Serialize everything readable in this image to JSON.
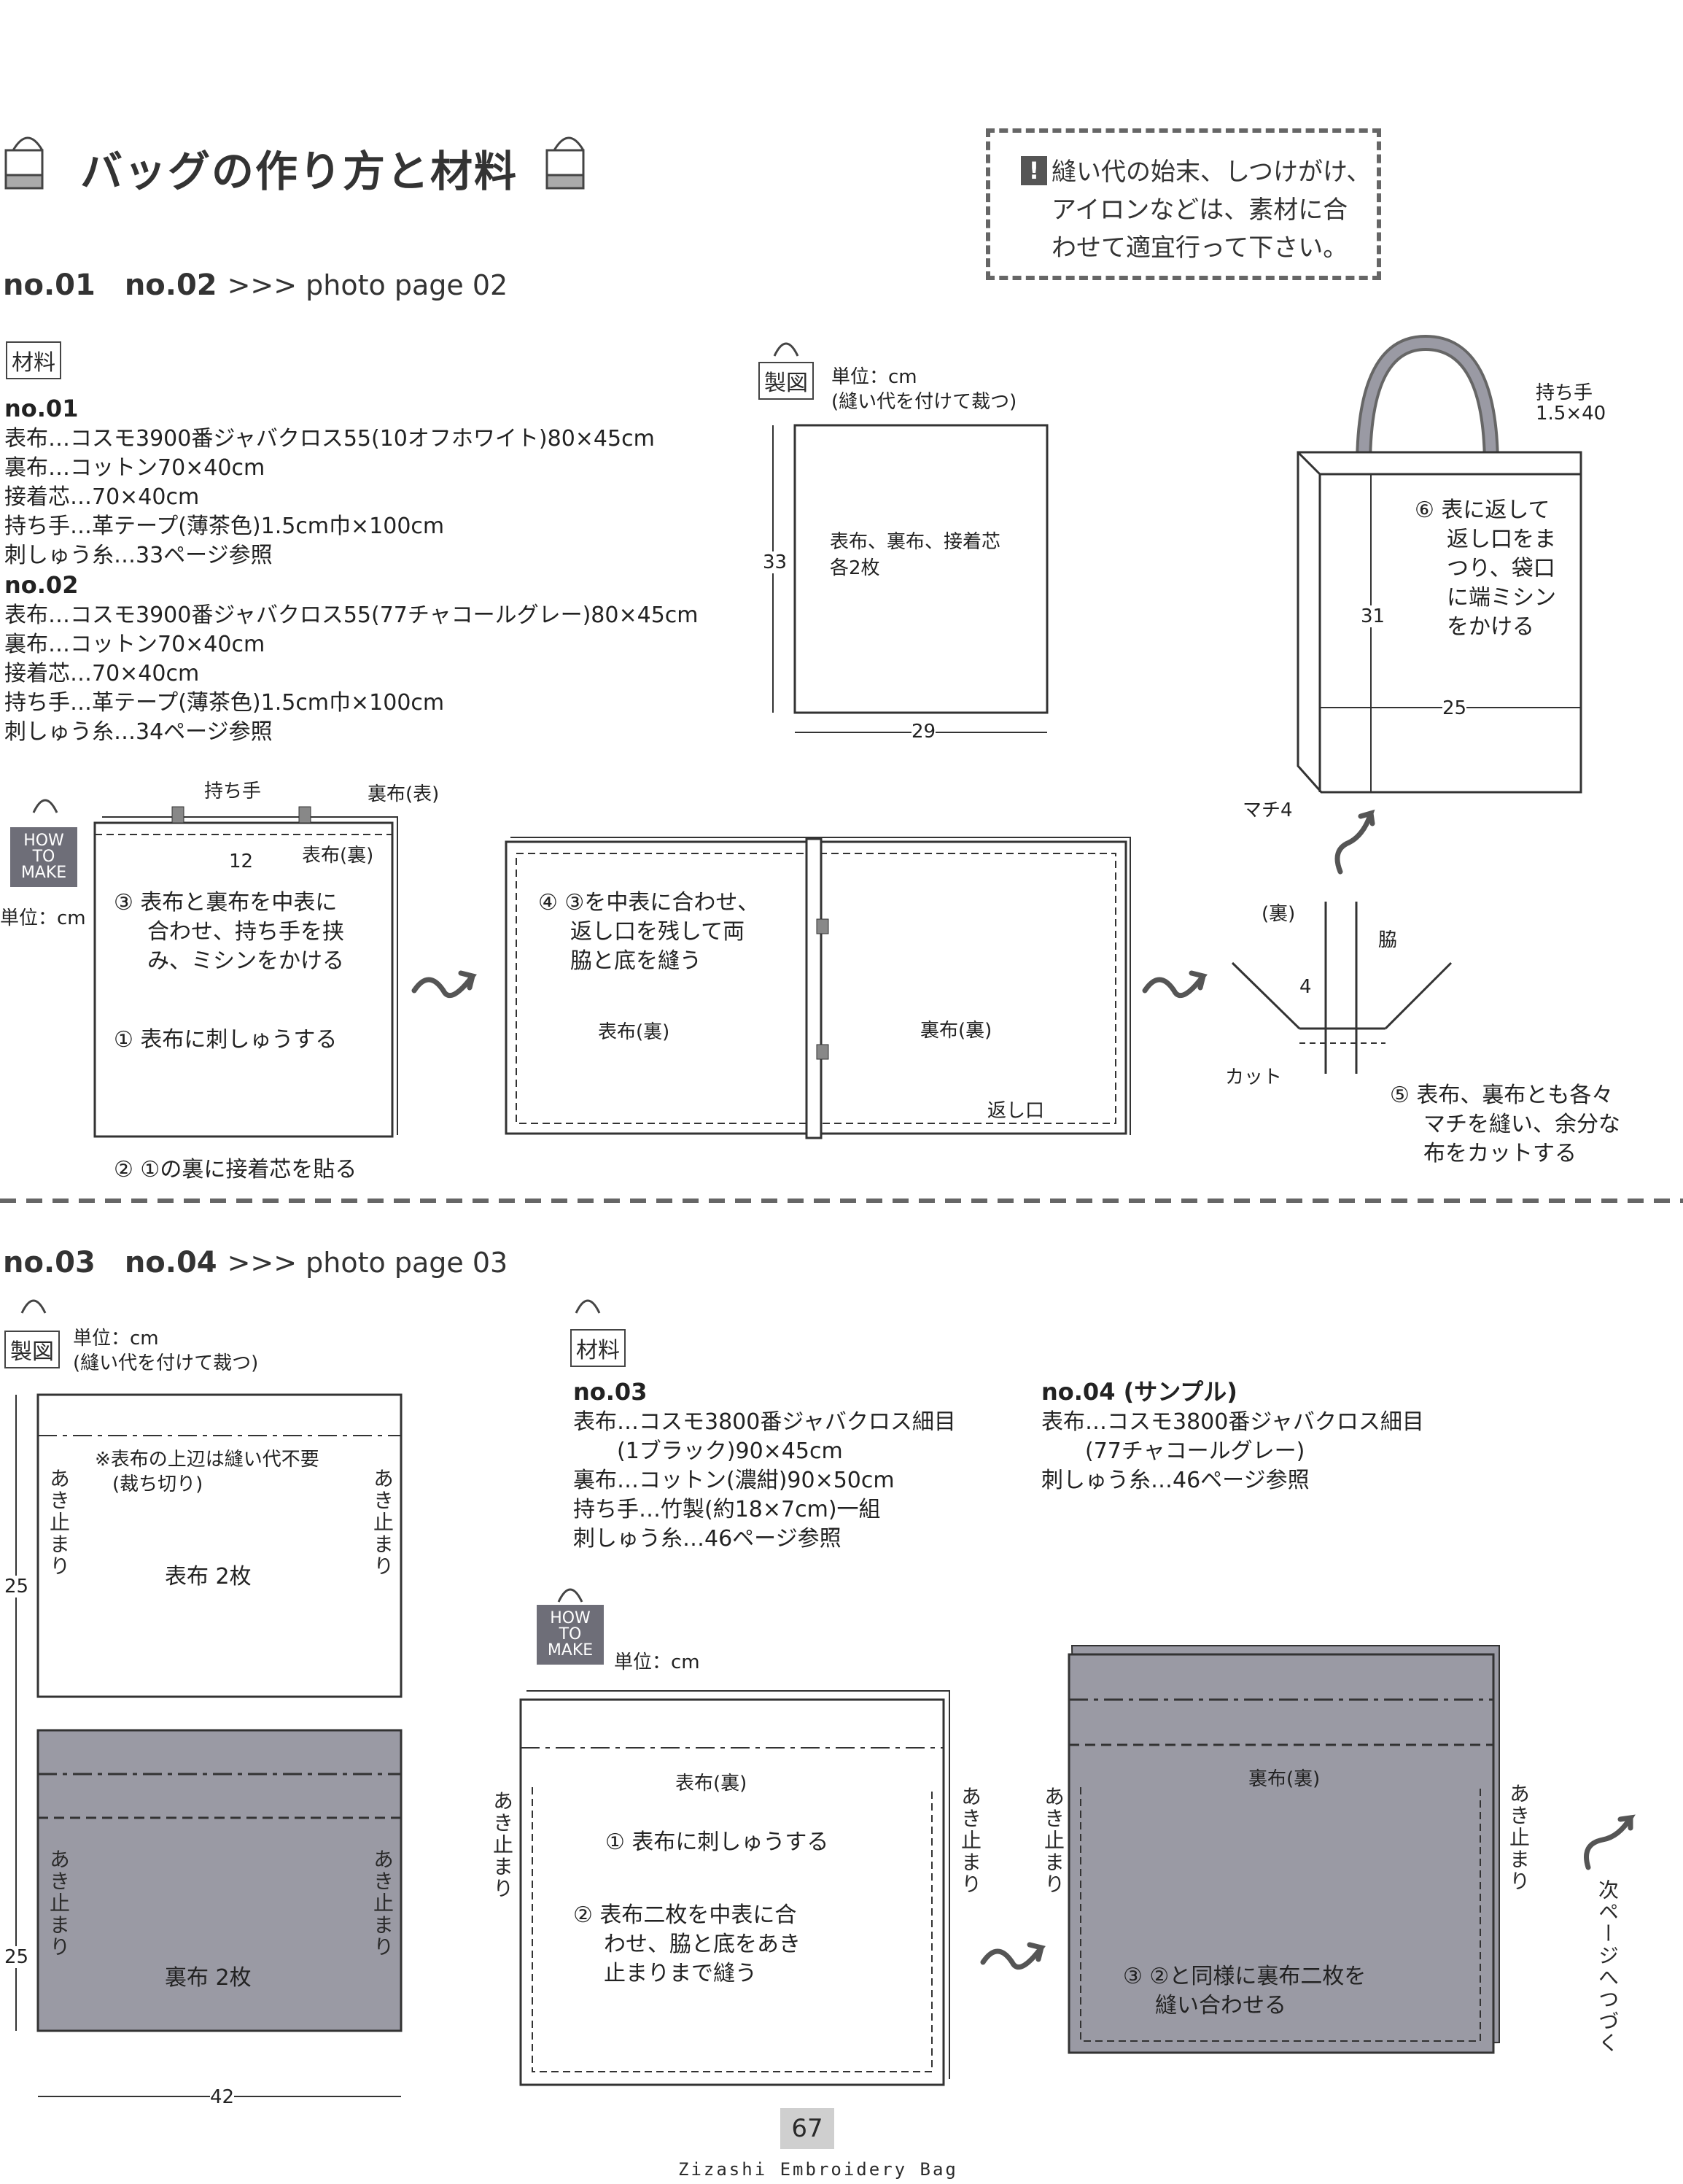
{
  "title": "バッグの作り方と材料",
  "note": {
    "lines": [
      "縫い代の始末、しつけがけ、",
      "アイロンなどは、素材に合",
      "わせて適宜行って下さい。"
    ],
    "icon": "!"
  },
  "sec1": {
    "heading": "no.01　no.02",
    "photo": ">>> photo page 02",
    "materials_badge": "材料",
    "no01": {
      "label": "no.01",
      "items": [
        "表布…コスモ3900番ジャバクロス55(10オフホワイト)80×45cm",
        "裏布…コットン70×40cm",
        "接着芯…70×40cm",
        "持ち手…革テープ(薄茶色)1.5cm巾×100cm",
        "刺しゅう糸…33ページ参照"
      ]
    },
    "no02": {
      "label": "no.02",
      "items": [
        "表布…コスモ3900番ジャバクロス55(77チャコールグレー)80×45cm",
        "裏布…コットン70×40cm",
        "接着芯…70×40cm",
        "持ち手…革テープ(薄茶色)1.5cm巾×100cm",
        "刺しゅう糸…34ページ参照"
      ]
    },
    "pattern": {
      "badge": "製図",
      "unit": "単位：cm",
      "unit_note": "(縫い代を付けて裁つ)",
      "inside1": "表布、裏布、接着芯",
      "inside2": "各2枚",
      "height": "33",
      "width": "29"
    },
    "finished": {
      "handle": "持ち手",
      "handle_size": "1.5×40",
      "step6": [
        "⑥ 表に返して",
        "返し口をま",
        "つり、袋口",
        "に端ミシン",
        "をかける"
      ],
      "height": "31",
      "width": "25",
      "gusset": "マチ4"
    },
    "howto": [
      "HOW",
      "TO",
      "MAKE"
    ],
    "unit": "単位：cm",
    "step_a": {
      "handle": "持ち手",
      "lining": "裏布(表)",
      "gap": "12",
      "outer": "表布(裏)",
      "step3": [
        "③ 表布と裏布を中表に",
        "合わせ、持ち手を挟",
        "み、ミシンをかける"
      ],
      "step1": "① 表布に刺しゅうする",
      "step2": "② ①の裏に接着芯を貼る"
    },
    "step_b": {
      "step4": [
        "④ ③を中表に合わせ、",
        "返し口を残して両",
        "脇と底を縫う"
      ],
      "outer": "表布(裏)",
      "lining": "裏布(裏)",
      "opening": "返し口"
    },
    "step_c": {
      "back": "(裏)",
      "side": "脇",
      "four": "4",
      "cut": "カット",
      "step5": [
        "⑤ 表布、裏布とも各々",
        "マチを縫い、余分な",
        "布をカットする"
      ]
    }
  },
  "sec2": {
    "heading": "no.03　no.04",
    "photo": ">>> photo page 03",
    "pattern": {
      "badge": "製図",
      "unit": "単位：cm",
      "unit_note": "(縫い代を付けて裁つ)",
      "top_note1": "※表布の上辺は縫い代不要",
      "top_note2": "(裁ち切り)",
      "stop": "あき止まり",
      "outer": "表布 2枚",
      "lining": "裏布 2枚",
      "h1": "25",
      "h2": "25",
      "width": "42"
    },
    "materials_badge": "材料",
    "no03": {
      "label": "no.03",
      "items": [
        "表布…コスモ3800番ジャバクロス細目",
        "　　(1ブラック)90×45cm",
        "裏布…コットン(濃紺)90×50cm",
        "持ち手…竹製(約18×7cm)一組",
        "刺しゅう糸…46ページ参照"
      ]
    },
    "no04": {
      "label": "no.04 (サンプル)",
      "items": [
        "表布…コスモ3800番ジャバクロス細目",
        "　　(77チャコールグレー)",
        "刺しゅう糸…46ページ参照"
      ]
    },
    "howto": [
      "HOW",
      "TO",
      "MAKE"
    ],
    "unit": "単位：cm",
    "step_a": {
      "outer": "表布(裏)",
      "step1": "① 表布に刺しゅうする",
      "step2": [
        "② 表布二枚を中表に合",
        "わせ、脇と底をあき",
        "止まりまで縫う"
      ],
      "stop": "あき止まり"
    },
    "step_b": {
      "lining": "裏布(裏)",
      "step3": [
        "③ ②と同様に裏布二枚を",
        "縫い合わせる"
      ],
      "stop": "あき止まり"
    },
    "next": "次ページへつづく"
  },
  "page_number": "67",
  "footer": "Zizashi Embroidery Bag",
  "colors": {
    "fill_gray": "#9a9aa4",
    "line": "#444444"
  }
}
